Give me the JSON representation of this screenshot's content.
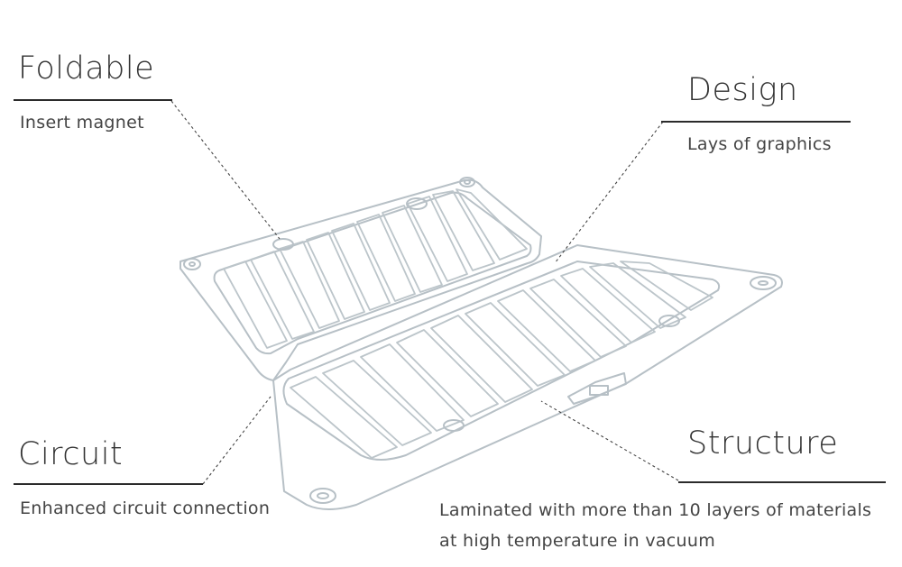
{
  "labels": {
    "foldable": {
      "title": "Foldable",
      "desc": "Insert magnet"
    },
    "design": {
      "title": "Design",
      "desc": "Lays of graphics"
    },
    "circuit": {
      "title": "Circuit",
      "desc": "Enhanced circuit connection"
    },
    "structure": {
      "title": "Structure",
      "desc_line1": "Laminated with more than 10 layers of materials",
      "desc_line2": "at high temperature in vacuum"
    }
  },
  "colors": {
    "outline": "#b9c2c7",
    "text": "#333333",
    "rule": "#2b2b2b"
  }
}
